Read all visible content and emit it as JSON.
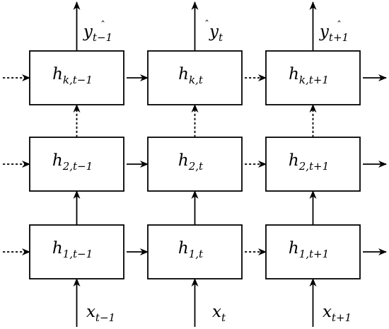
{
  "cells": [
    [
      {
        "base": "h",
        "sub": "1,t−1"
      },
      {
        "base": "h",
        "sub": "1,t"
      },
      {
        "base": "h",
        "sub": "1,t+1"
      }
    ],
    [
      {
        "base": "h",
        "sub": "2,t−1"
      },
      {
        "base": "h",
        "sub": "2,t"
      },
      {
        "base": "h",
        "sub": "2,t+1"
      }
    ],
    [
      {
        "base": "h",
        "sub": "k,t−1"
      },
      {
        "base": "h",
        "sub": "k,t"
      },
      {
        "base": "h",
        "sub": "k,t+1"
      }
    ]
  ],
  "inputs": [
    {
      "base": "x",
      "sub": "t−1"
    },
    {
      "base": "x",
      "sub": "t"
    },
    {
      "base": "x",
      "sub": "t+1"
    }
  ],
  "outputs": [
    {
      "base": "y",
      "sub": "t−1",
      "hat": "ˆ"
    },
    {
      "base": "y",
      "sub": "t",
      "hat": "ˆ"
    },
    {
      "base": "y",
      "sub": "t+1",
      "hat": "ˆ"
    }
  ],
  "vertical_links_dashed": [
    false,
    true
  ],
  "horizontal_links_dashed": [
    true,
    false,
    true,
    false
  ]
}
